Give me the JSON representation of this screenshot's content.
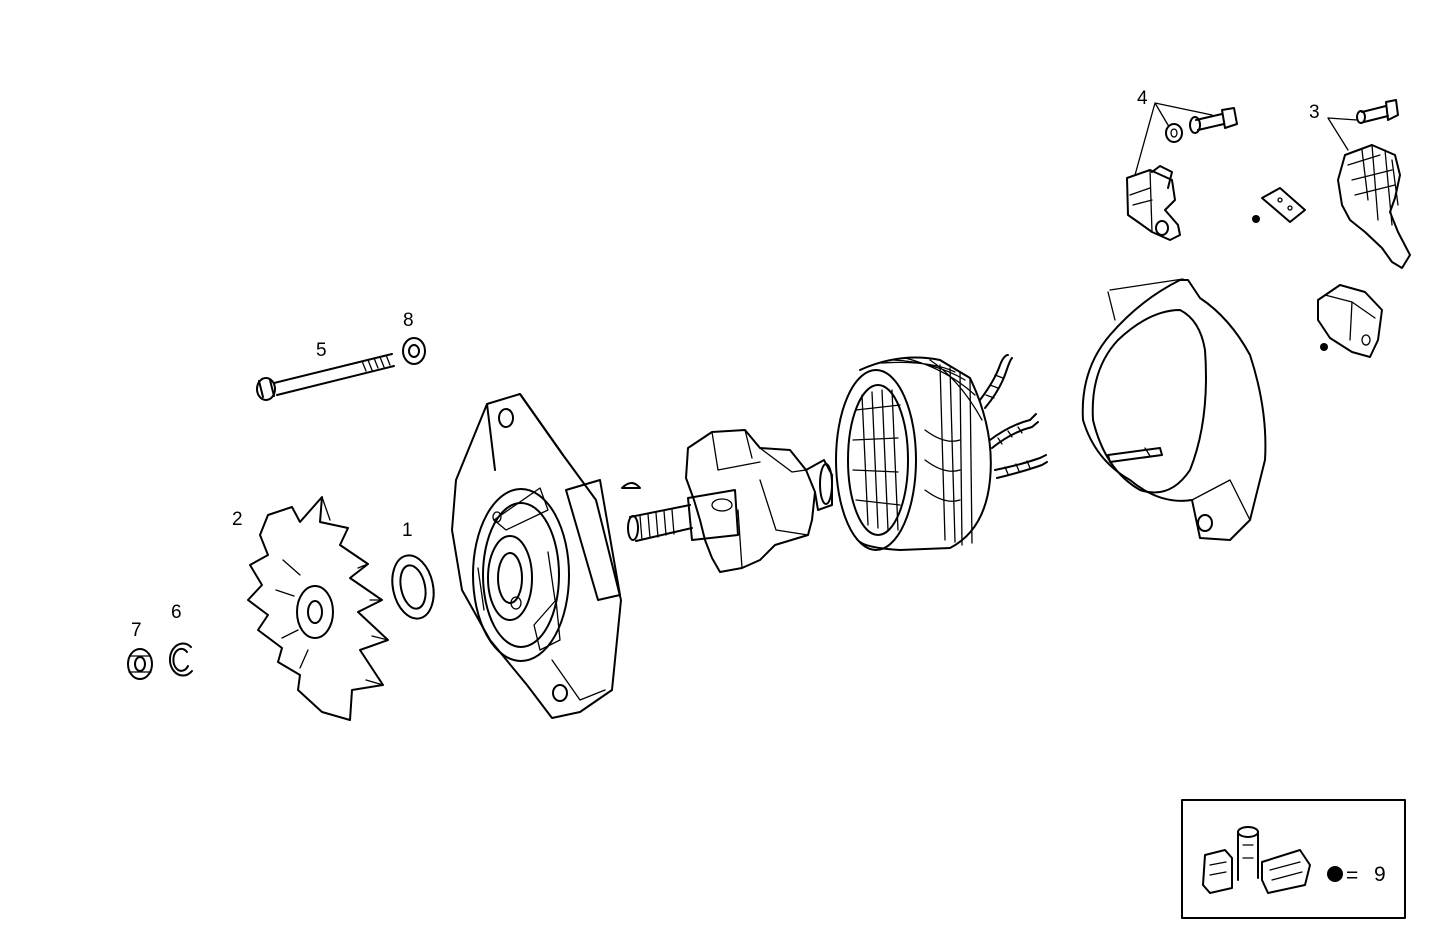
{
  "callouts": {
    "c1": "1",
    "c2": "2",
    "c3": "3",
    "c4": "4",
    "c5": "5",
    "c6": "6",
    "c7": "7",
    "c8": "8",
    "c9": "9"
  },
  "legend": {
    "equals": "=",
    "number": "9"
  },
  "colors": {
    "line": "#000000",
    "background": "#ffffff"
  }
}
